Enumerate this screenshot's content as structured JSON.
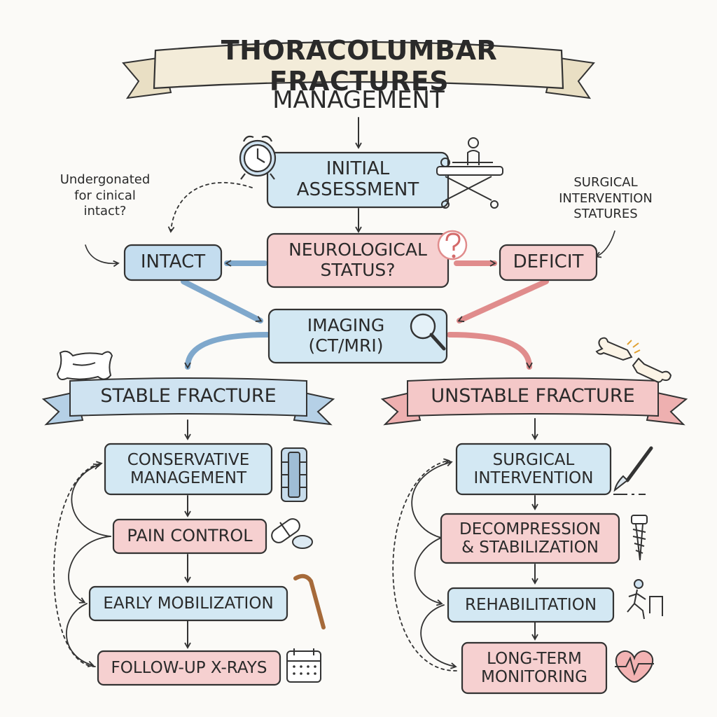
{
  "title": "THORACOLUMBAR FRACTURES",
  "subtitle": "MANAGEMENT",
  "notes": {
    "left": "Undergonated\nfor cinical\nintact?",
    "right": "SURGICAL\nINTERVENTION\nSTATURES"
  },
  "nodes": {
    "initial_assessment": "INITIAL\nASSESSMENT",
    "neurological_status": "NEUROLOGICAL\nSTATUS?",
    "intact": "INTACT",
    "deficit": "DEFICIT",
    "imaging": "IMAGING\n(CT/MRI)",
    "stable_fracture": "STABLE FRACTURE",
    "unstable_fracture": "UNSTABLE FRACTURE",
    "conservative_management": "CONSERVATIVE\nMANAGEMENT",
    "pain_control": "PAIN CONTROL",
    "early_mobilization": "EARLY MOBILIZATION",
    "follow_up_xrays": "FOLLOW-UP X-RAYS",
    "surgical_intervention": "SURGICAL\nINTERVENTION",
    "decompression_stabilization": "DECOMPRESSION\n& STABILIZATION",
    "rehabilitation": "REHABILITATION",
    "long_term_monitoring": "LONG-TERM\nMONITORING"
  },
  "colors": {
    "blue_fill": "#d3e8f3",
    "red_fill": "#f6d0d0",
    "cream_fill": "#f3ecd9",
    "outline": "#333333",
    "blue_arrow": "#7fa8cc",
    "red_arrow": "#e08c8c"
  },
  "icons": [
    "alarm-clock-icon",
    "patient-stretcher-icon",
    "question-mark-icon",
    "magnifier-icon",
    "pillow-icon",
    "broken-bone-icon",
    "back-brace-icon",
    "pills-icon",
    "cane-icon",
    "calendar-icon",
    "scalpel-icon",
    "screw-icon",
    "rehab-figure-icon",
    "heart-pulse-icon"
  ]
}
